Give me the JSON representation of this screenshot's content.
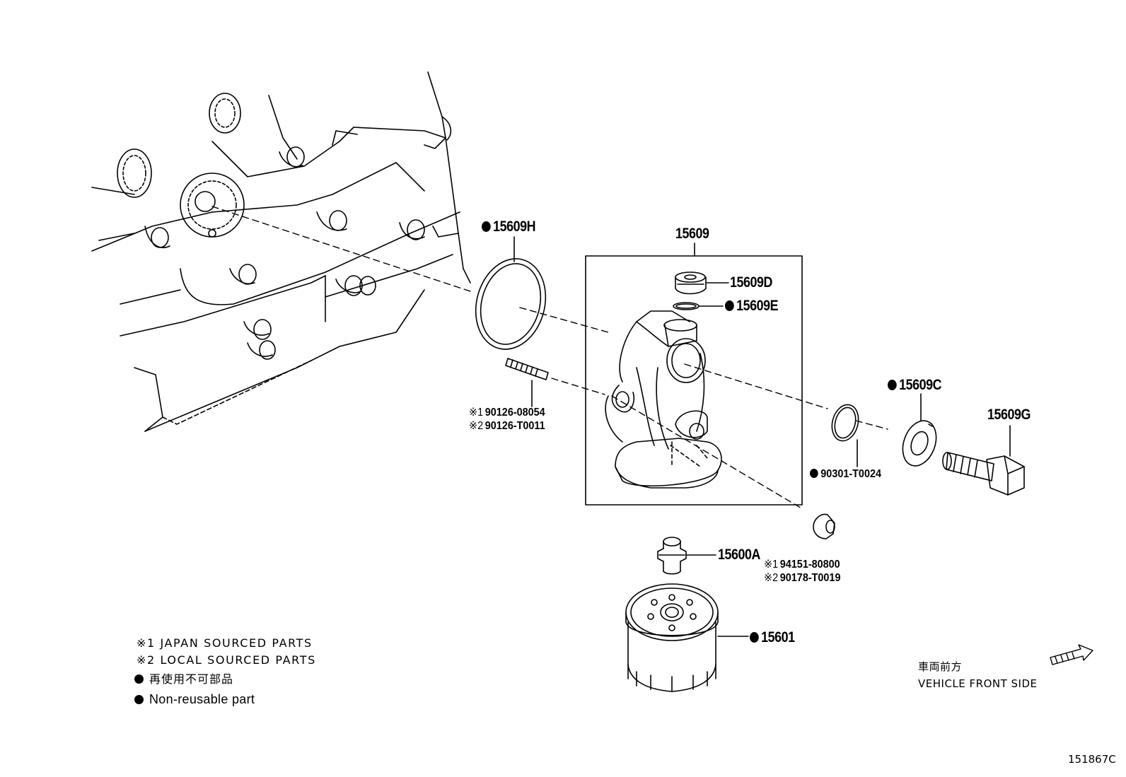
{
  "parts": {
    "p15609": "15609",
    "p15609H": "15609H",
    "p15609D": "15609D",
    "p15609E": "15609E",
    "p15609C": "15609C",
    "p15609G": "15609G",
    "p90301": "90301-T0024",
    "p15600A": "15600A",
    "p15601": "15601"
  },
  "stud": {
    "line1_mark": "※1",
    "line1": "90126-08054",
    "line2_mark": "※2",
    "line2": "90126-T0011"
  },
  "nut": {
    "line1_mark": "※1",
    "line1": "94151-80800",
    "line2_mark": "※2",
    "line2": "90178-T0019"
  },
  "legend": {
    "japan": "※1 JAPAN SOURCED PARTS",
    "local": "※2 LOCAL SOURCED PARTS",
    "jp_nonreuse": "再使用不可部品",
    "nonreuse": "Non-reusable part"
  },
  "front": {
    "jp": "車両前方",
    "en": "VEHICLE FRONT SIDE"
  },
  "diagram_code": "151867C"
}
